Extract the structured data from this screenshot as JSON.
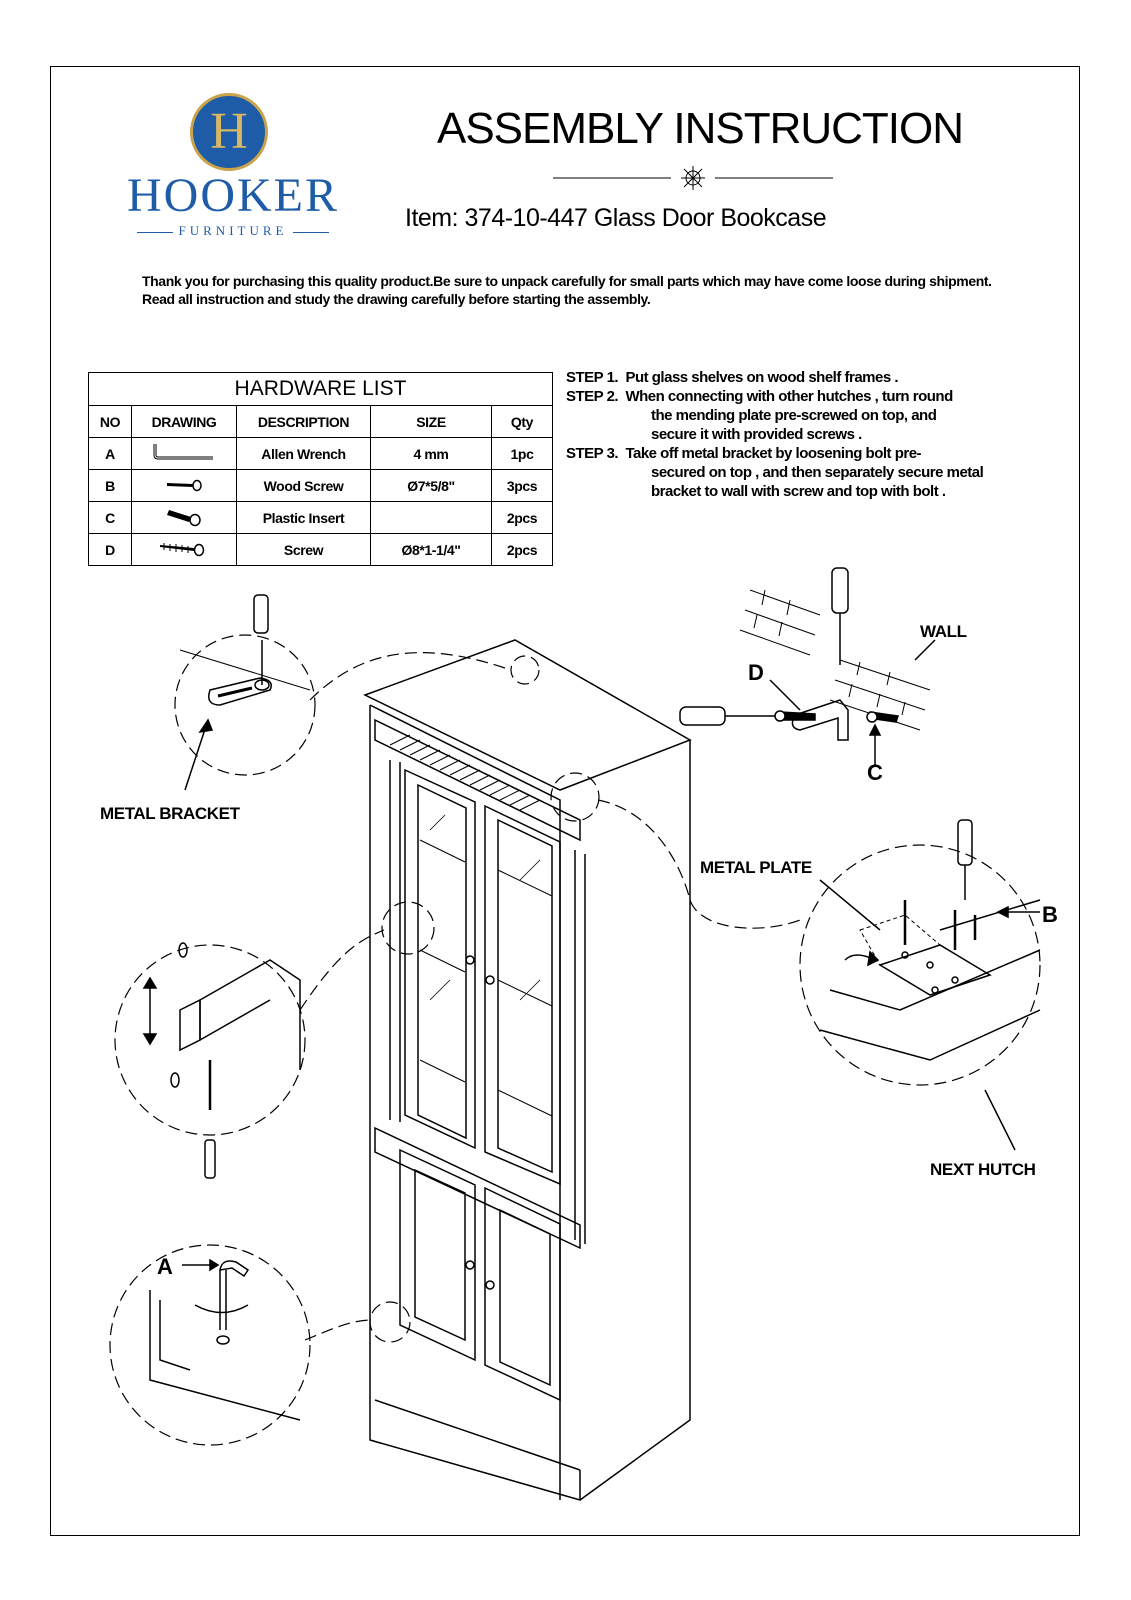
{
  "brand": {
    "logo_letter": "H",
    "name": "HOOKER",
    "subname": "FURNITURE",
    "primary_color": "#1f5ca8",
    "gold_color": "#c9a44a"
  },
  "header": {
    "title": "ASSEMBLY INSTRUCTION",
    "item": "Item: 374-10-447  Glass Door Bookcase"
  },
  "intro": {
    "line1": "Thank you for purchasing this quality product.Be sure to unpack carefully for small parts which may have come loose during shipment.",
    "line2": "Read all instruction and study the drawing carefully before starting the assembly."
  },
  "hardware": {
    "caption": "HARDWARE  LIST",
    "headers": [
      "NO",
      "DRAWING",
      "DESCRIPTION",
      "SIZE",
      "Qty"
    ],
    "rows": [
      {
        "no": "A",
        "drawing": "allen-wrench-icon",
        "description": "Allen Wrench",
        "size": "4 mm",
        "qty": "1pc"
      },
      {
        "no": "B",
        "drawing": "wood-screw-icon",
        "description": "Wood Screw",
        "size": "Ø7*5/8\"",
        "qty": "3pcs"
      },
      {
        "no": "C",
        "drawing": "plastic-insert-icon",
        "description": "Plastic Insert",
        "size": "",
        "qty": "2pcs"
      },
      {
        "no": "D",
        "drawing": "screw-icon",
        "description": "Screw",
        "size": "Ø8*1-1/4\"",
        "qty": "2pcs"
      }
    ]
  },
  "steps": [
    {
      "label": "STEP 1.",
      "lines": [
        "Put glass shelves on wood shelf frames ."
      ]
    },
    {
      "label": "STEP 2.",
      "lines": [
        "When connecting with other hutches , turn round",
        "the mending plate pre-screwed on top, and",
        "secure it with provided screws ."
      ]
    },
    {
      "label": "STEP 3.",
      "lines": [
        "Take off metal bracket by loosening bolt pre-",
        "secured on top , and then separately secure metal",
        "bracket to wall with screw and top with bolt ."
      ]
    }
  ],
  "callouts": {
    "metal_bracket": "METAL BRACKET",
    "wall": "WALL",
    "d": "D",
    "c": "C",
    "metal_plate": "METAL PLATE",
    "b": "B",
    "next_hutch": "NEXT HUTCH",
    "a": "A"
  }
}
